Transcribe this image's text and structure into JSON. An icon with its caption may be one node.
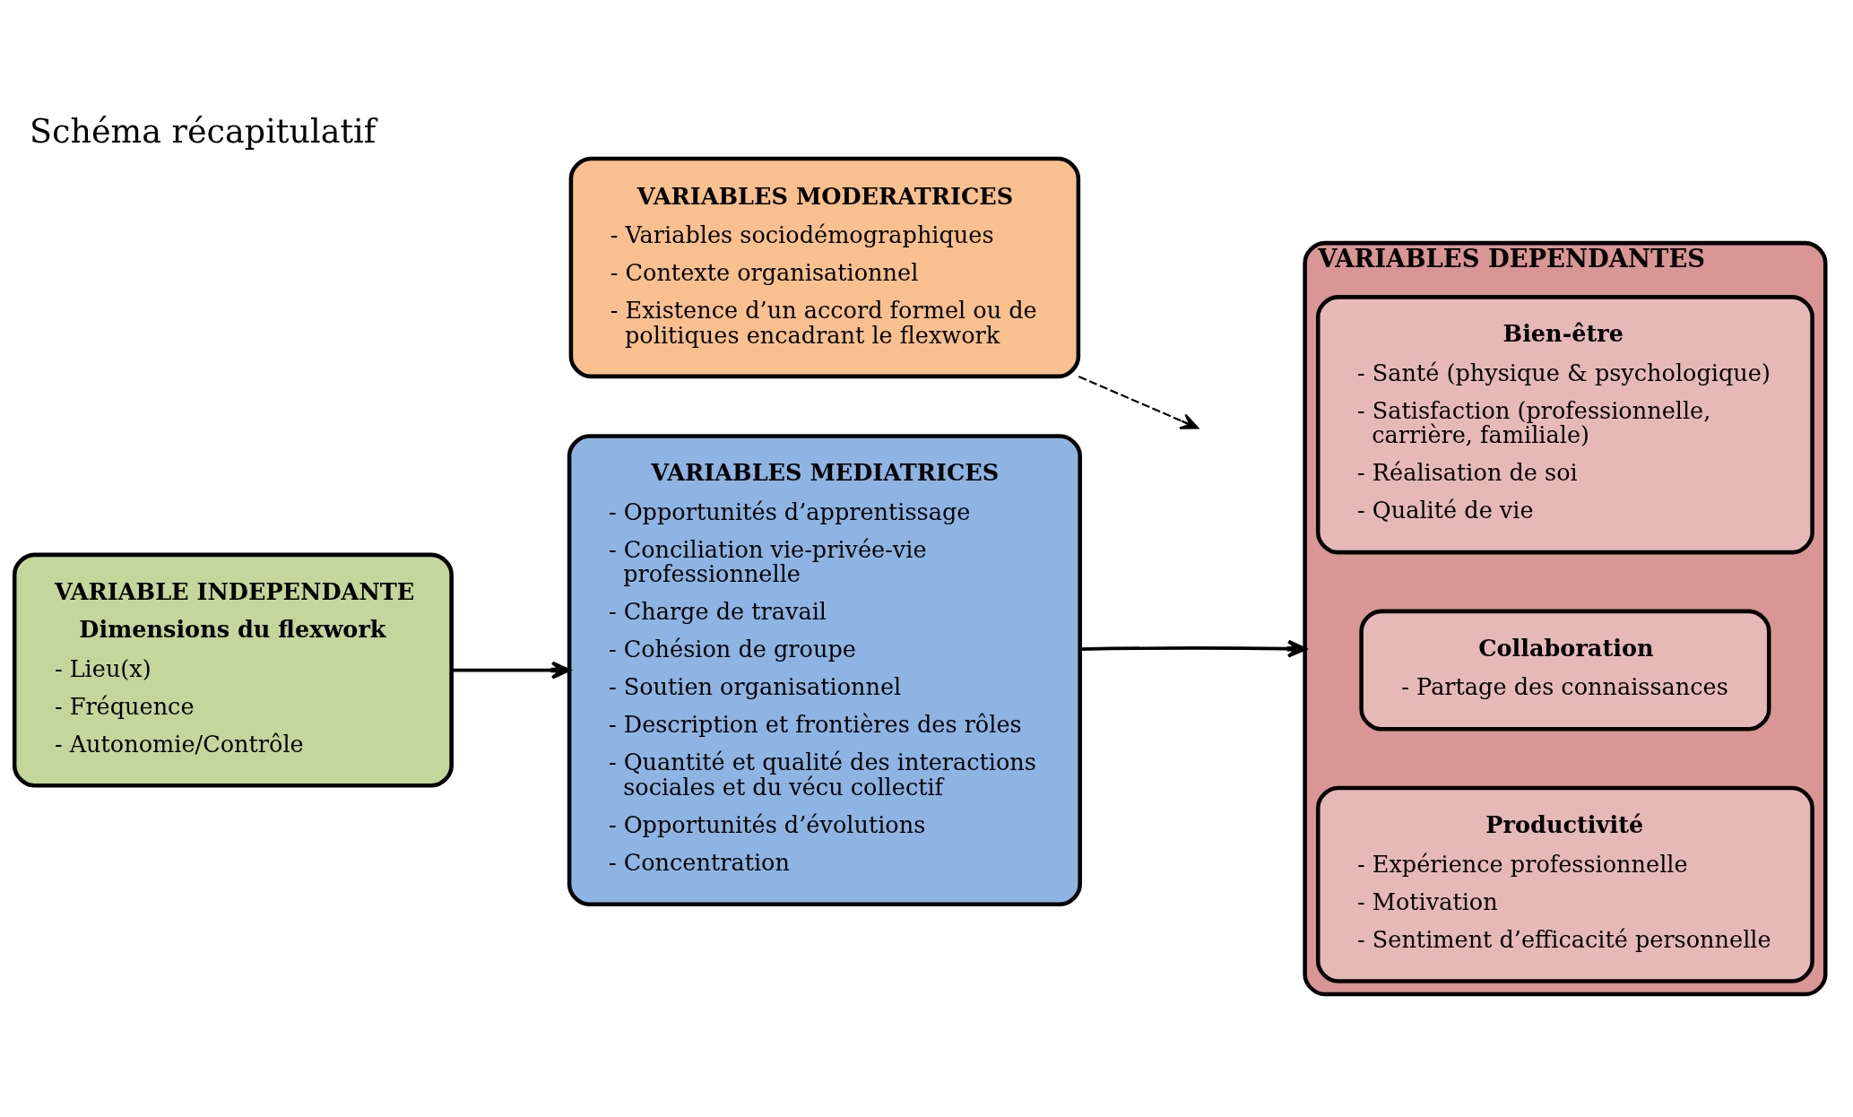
{
  "diagram": {
    "title": "Schéma récapitulatif",
    "nodes": [
      {
        "text": [
          "VARIABLES MODERATRICES",
          "- Variables sociodémographiques",
          "- Contexte organisationnel",
          "- Existence d’un accord formel ou de politiques encadrant le flexwork"
        ]
      },
      {
        "text": [
          "VARIABLE INDEPENDANTE",
          "Dimensions du flexwork",
          "- Lieu(x)",
          "- Fréquence",
          "- Autonomie/Contrôle"
        ]
      },
      {
        "text": [
          "VARIABLES MEDIATRICES",
          "- Opportunités d’apprentissage",
          "- Conciliation vie-privée-vie professionnelle",
          "- Charge de travail",
          "- Cohésion de groupe",
          "- Soutien organisationnel",
          "- Description et frontières des rôles",
          "- Quantité et qualité des interactions sociales et du vécu collectif",
          "- Opportunités d’évolutions",
          "- Concentration"
        ]
      },
      {
        "text": [
          "VARIABLES DEPENDANTES"
        ]
      },
      {
        "text": [
          "Bien-être",
          "- Santé (physique & psychologique)",
          "- Satisfaction (professionnelle, carrière, familiale)",
          "- Réalisation de soi",
          "- Qualité de vie"
        ],
        "in": 3
      },
      {
        "text": [
          "Collaboration",
          "- Partage des connaissances"
        ],
        "in": 3
      },
      {
        "text": [
          "Productivité",
          "- Expérience professionnelle",
          "- Motivation",
          "- Sentiment d’efficacité personnelle"
        ],
        "in": 3
      }
    ],
    "edges": [
      {
        "from": 1,
        "to": 2,
        "arrow": "to"
      },
      {
        "from": 2,
        "to": 3,
        "arrow": "to"
      },
      {
        "from": 0,
        "to": null,
        "arrow": "to",
        "style": "dashed"
      }
    ]
  }
}
